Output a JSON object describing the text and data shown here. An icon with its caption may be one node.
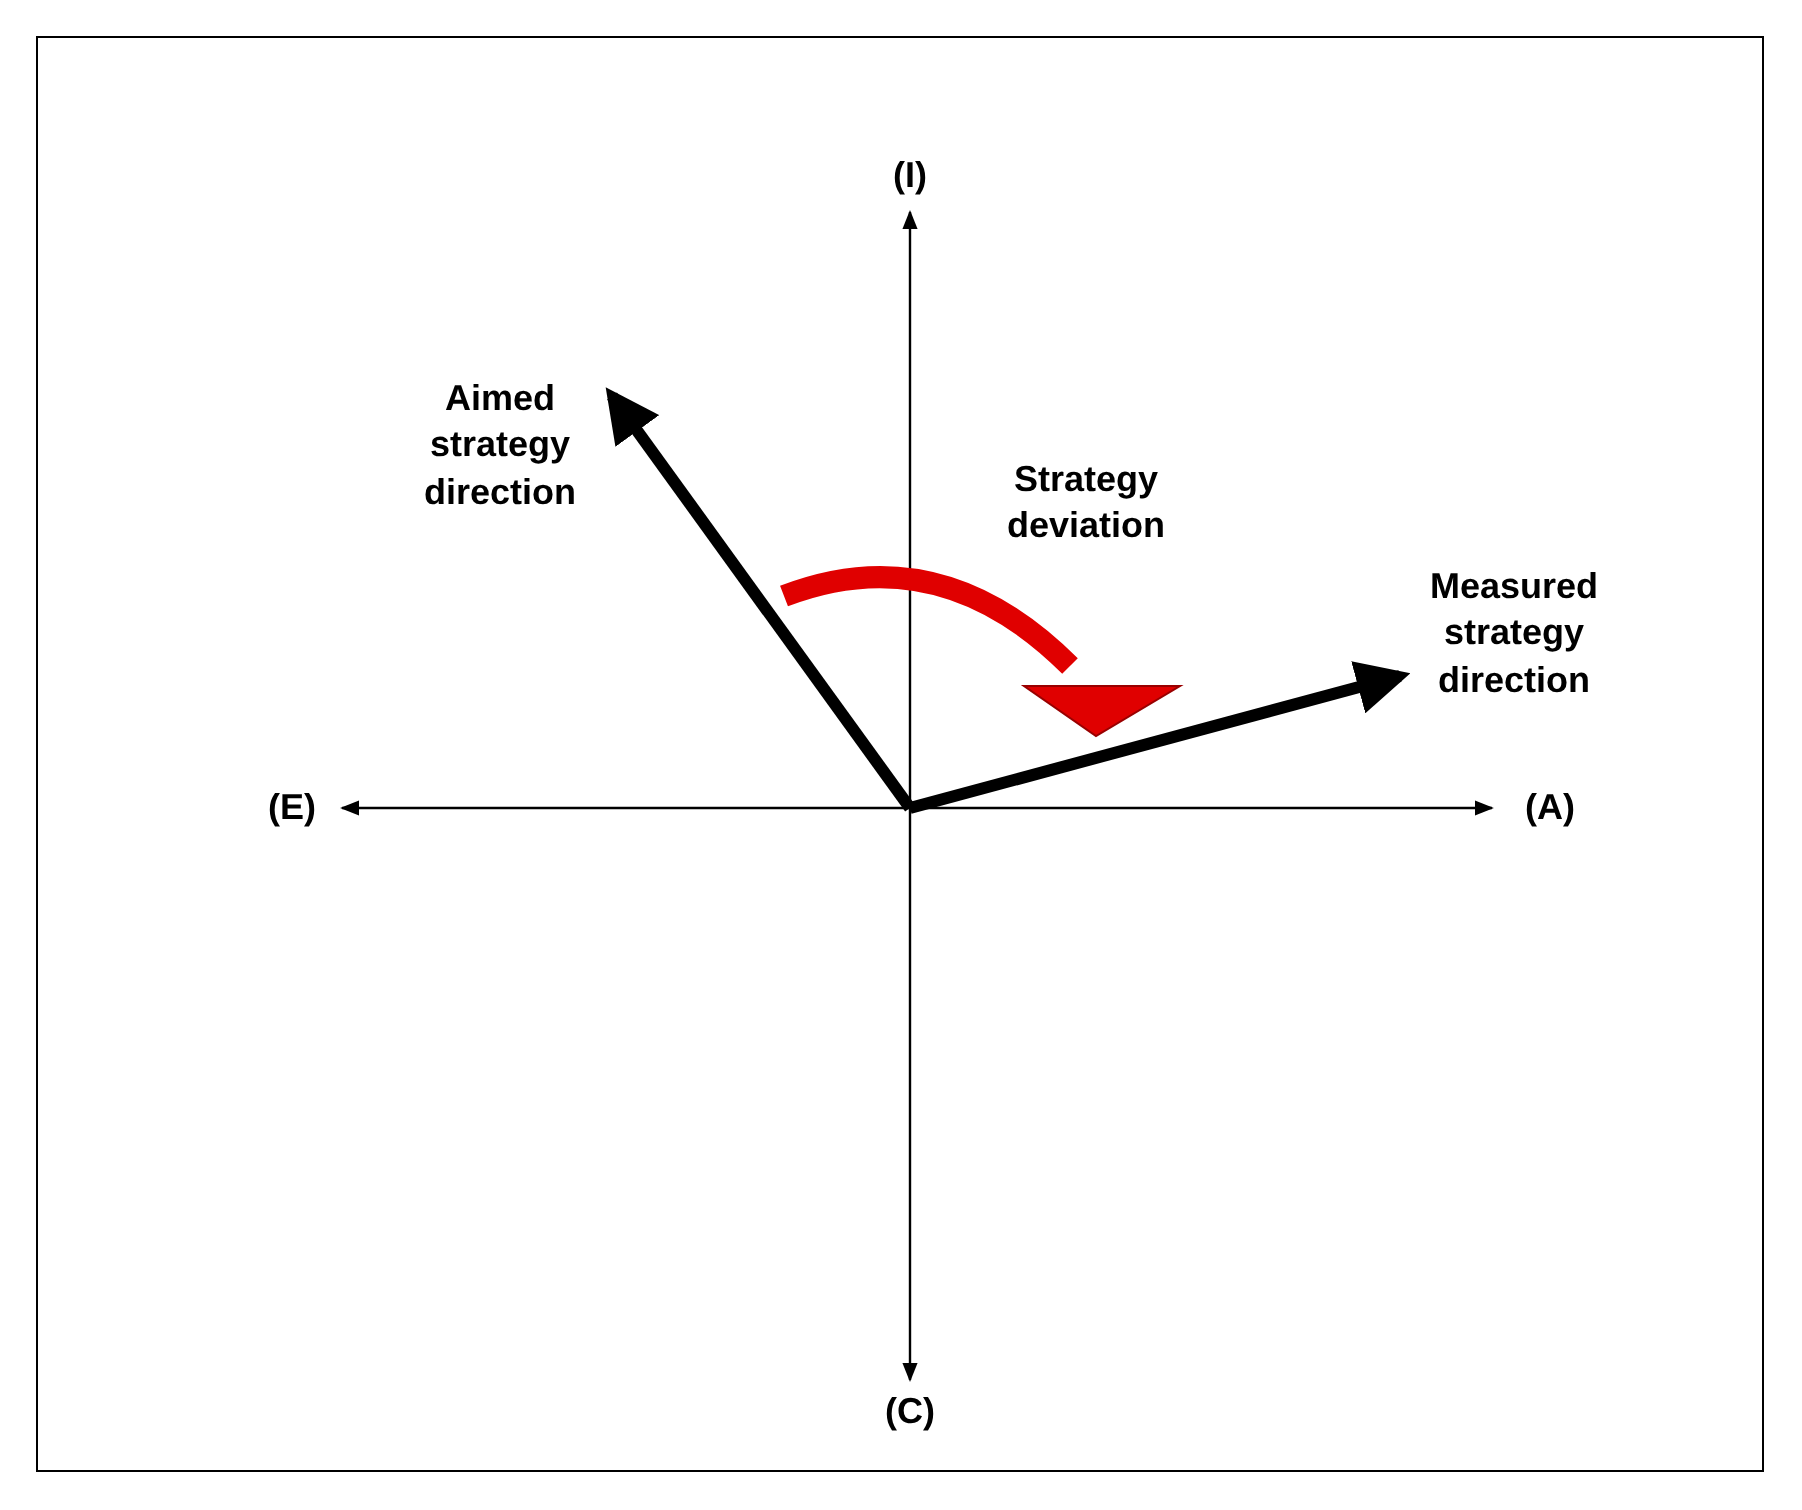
{
  "diagram": {
    "labels": [
      "(I)",
      "Aimed strategy direction",
      "Strategy deviation",
      "Measured strategy direction",
      "(E)",
      "(A)",
      "(C)"
    ]
  }
}
